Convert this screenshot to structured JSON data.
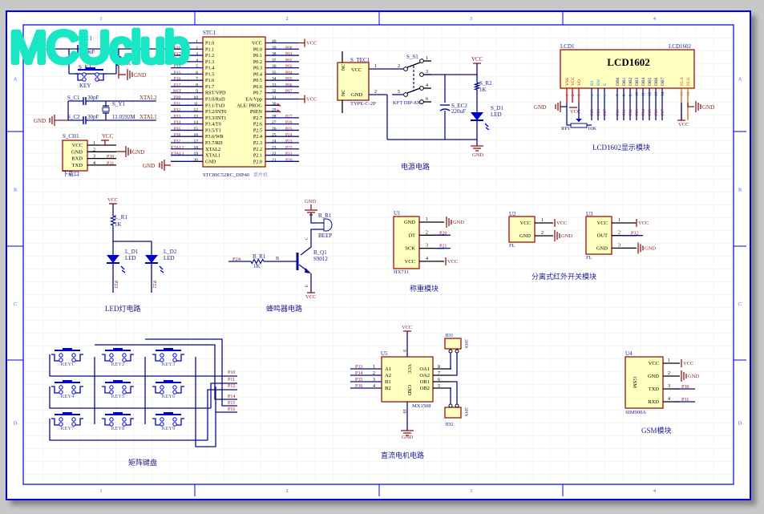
{
  "watermark": "MCUclub",
  "frame": {
    "columns": [
      "1",
      "2",
      "3",
      "4"
    ],
    "rows": [
      "A",
      "B",
      "C",
      "D"
    ]
  },
  "colors": {
    "wire": "#0a0a8c",
    "pin": "#000000",
    "net_label": "#8b1a1a",
    "component_fill": "#ffffc0",
    "component_border": "#8b0000",
    "ref_text": "#1a1a8c",
    "frame": "#0000e0",
    "grid": "#e8e8e0",
    "watermark": "#19e6c4"
  },
  "reset_circuit": {
    "cap_ref": "S_EC1",
    "cap_value": "10uF",
    "res_ref": "S_R1",
    "res_value": "10K",
    "key_ref": "S_K1",
    "key_value": "KEY",
    "net_vcc": "VCC",
    "net_rst": "RST",
    "net_gnd": "GND"
  },
  "crystal_circuit": {
    "c1_ref": "S_C1",
    "c1_value": "30pF",
    "c2_ref": "S_C2",
    "c2_value": "30pF",
    "y_ref": "S_Y1",
    "y_value": "11.0592M",
    "net_xtal2": "XTAL2",
    "net_xtal1": "XTAL1",
    "net_gnd": "GND"
  },
  "download_port": {
    "ref": "S_CH1",
    "name": "下载口",
    "net_vcc": "VCC",
    "net_gnd": "GND",
    "pins": [
      {
        "num": "1",
        "label": "VCC",
        "net": ""
      },
      {
        "num": "2",
        "label": "GND",
        "net": ""
      },
      {
        "num": "3",
        "label": "RXD",
        "net": "P30"
      },
      {
        "num": "4",
        "label": "TXD",
        "net": "P31"
      }
    ]
  },
  "mcu": {
    "ref": "STC1",
    "part": "STC89C52RC_DIP40",
    "desc": "单片机",
    "left_pins": [
      {
        "num": "1",
        "label": "P1.0",
        "net": "P10"
      },
      {
        "num": "2",
        "label": "P1.1",
        "net": "P11"
      },
      {
        "num": "3",
        "label": "P1.2",
        "net": "P12"
      },
      {
        "num": "4",
        "label": "P1.3",
        "net": "P13"
      },
      {
        "num": "5",
        "label": "P1.4",
        "net": "P14"
      },
      {
        "num": "6",
        "label": "P1.5",
        "net": "P15"
      },
      {
        "num": "7",
        "label": "P1.6",
        "net": "P16"
      },
      {
        "num": "8",
        "label": "P1.7",
        "net": "P17"
      },
      {
        "num": "9",
        "label": "RST/VPD",
        "net": "RST"
      },
      {
        "num": "10",
        "label": "P3.0/RxD",
        "net": "P30"
      },
      {
        "num": "11",
        "label": "P3.1/TxD",
        "net": "P31"
      },
      {
        "num": "12",
        "label": "P3.2/INT0",
        "net": "P32"
      },
      {
        "num": "13",
        "label": "P3.3/INT1",
        "net": "P33"
      },
      {
        "num": "14",
        "label": "P3.4/T0",
        "net": "P34"
      },
      {
        "num": "15",
        "label": "P3.5/T1",
        "net": "P35"
      },
      {
        "num": "16",
        "label": "P3.6/WR",
        "net": "P36"
      },
      {
        "num": "17",
        "label": "P3.7/RD",
        "net": "P37"
      },
      {
        "num": "18",
        "label": "XTAL2",
        "net": "XTAL2"
      },
      {
        "num": "19",
        "label": "XTAL1",
        "net": "XTAL1"
      },
      {
        "num": "20",
        "label": "GND",
        "net": "GND"
      }
    ],
    "right_pins": [
      {
        "num": "40",
        "label": "VCC",
        "net": "VCC"
      },
      {
        "num": "39",
        "label": "P0.0",
        "net": "P00"
      },
      {
        "num": "38",
        "label": "P0.1",
        "net": "P01"
      },
      {
        "num": "37",
        "label": "P0.2",
        "net": "P02"
      },
      {
        "num": "36",
        "label": "P0.3",
        "net": "P03"
      },
      {
        "num": "35",
        "label": "P0.4",
        "net": "P04"
      },
      {
        "num": "34",
        "label": "P0.5",
        "net": "P05"
      },
      {
        "num": "33",
        "label": "P0.6",
        "net": "P06"
      },
      {
        "num": "32",
        "label": "P0.7",
        "net": "P07"
      },
      {
        "num": "31",
        "label": "EA/Vpp",
        "net": "VCC"
      },
      {
        "num": "30",
        "label": "ALE/ PROG",
        "net": ""
      },
      {
        "num": "29",
        "label": "PSEN",
        "net": ""
      },
      {
        "num": "28",
        "label": "P2.7",
        "net": "P27"
      },
      {
        "num": "27",
        "label": "P2.6",
        "net": "P26"
      },
      {
        "num": "26",
        "label": "P2.5",
        "net": "P25"
      },
      {
        "num": "25",
        "label": "P2.4",
        "net": "P24"
      },
      {
        "num": "24",
        "label": "P2.3",
        "net": "P23"
      },
      {
        "num": "23",
        "label": "P2.2",
        "net": "P22"
      },
      {
        "num": "22",
        "label": "P2.1",
        "net": "P21"
      },
      {
        "num": "21",
        "label": "P2.0",
        "net": "P20"
      }
    ]
  },
  "power_circuit": {
    "title": "电源电路",
    "usb_ref": "S_TEC1",
    "usb_part": "TYPE-C-2P",
    "usb_pins": [
      {
        "num": "1",
        "label": "VCC"
      },
      {
        "num": "2",
        "label": "GND"
      }
    ],
    "usb_nc": [
      "NC",
      "NC"
    ],
    "switch_ref": "S_S1",
    "switch_part": "KFT DIP-8X8",
    "switch_pins": [
      "1",
      "2",
      "3",
      "4",
      "5",
      "6"
    ],
    "cap_ref": "S_EC2",
    "cap_value": "220uF",
    "res_ref": "S_R2",
    "res_value": "1K",
    "led_ref": "S_D1",
    "led_value": "LED",
    "net_vcc": "VCC",
    "net_gnd": "GND"
  },
  "lcd_module": {
    "title": "LCD1602显示模块",
    "ref": "LCD1",
    "part": "LCD1602",
    "name": "LCD1602",
    "pins": [
      {
        "num": "1",
        "label": "VSS",
        "net": ""
      },
      {
        "num": "2",
        "label": "VCC",
        "net": ""
      },
      {
        "num": "3",
        "label": "VO",
        "net": ""
      },
      {
        "num": "4",
        "label": "RS",
        "net": "P25"
      },
      {
        "num": "5",
        "label": "RW",
        "net": "P26"
      },
      {
        "num": "6",
        "label": "E",
        "net": "P27"
      },
      {
        "num": "7",
        "label": "DB0",
        "net": "P00"
      },
      {
        "num": "8",
        "label": "DB1",
        "net": "P01"
      },
      {
        "num": "9",
        "label": "DB2",
        "net": "P02"
      },
      {
        "num": "10",
        "label": "DB3",
        "net": "P03"
      },
      {
        "num": "11",
        "label": "DB4",
        "net": "P04"
      },
      {
        "num": "12",
        "label": "DB5",
        "net": "P05"
      },
      {
        "num": "13",
        "label": "DB6",
        "net": "P06"
      },
      {
        "num": "14",
        "label": "DB7",
        "net": "P07"
      },
      {
        "num": "15",
        "label": "BLA",
        "net": ""
      },
      {
        "num": "16",
        "label": "BLK",
        "net": ""
      }
    ],
    "pot_ref": "RP1",
    "pot_value": "10K",
    "net_vcc": "VCC",
    "net_gnd": "GND"
  },
  "led_circuit": {
    "title": "LED灯电路",
    "res_ref": "L_R1",
    "res_value": "1K",
    "led1_ref": "L_D1",
    "led1_value": "LED",
    "led1_net": "P23",
    "led2_ref": "L_D2",
    "led2_value": "LED",
    "led2_net": "P22",
    "net_vcc": "VCC"
  },
  "buzzer_circuit": {
    "title": "蜂鸣器电路",
    "buzzer_ref": "B_B1",
    "buzzer_value": "BEEP",
    "res_ref": "B_R1",
    "res_value": "1K",
    "q_ref": "B_Q1",
    "q_value": "S9012",
    "net_in": "P24",
    "net_gnd": "GND",
    "net_vcc": "VCC",
    "pin_b": "B",
    "pin_c": "C",
    "pin_e": "E"
  },
  "weigh_module": {
    "title": "称重模块",
    "ref": "U1",
    "part": "HX711",
    "pins": [
      {
        "num": "1",
        "label": "GND",
        "net": "GND"
      },
      {
        "num": "2",
        "label": "DT",
        "net": "P20"
      },
      {
        "num": "3",
        "label": "SCK",
        "net": "P21"
      },
      {
        "num": "4",
        "label": "VCC",
        "net": "VCC"
      }
    ]
  },
  "ir_module": {
    "title": "分离式红外开关模块",
    "u2": {
      "ref": "U2",
      "part": "FL",
      "pins": [
        {
          "num": "1",
          "label": "VCC",
          "net": "VCC"
        },
        {
          "num": "2",
          "label": "GND",
          "net": "GND"
        }
      ]
    },
    "u3": {
      "ref": "U3",
      "part": "FL",
      "pins": [
        {
          "num": "1",
          "label": "VCC",
          "net": "VCC"
        },
        {
          "num": "2",
          "label": "OUT",
          "net": "P32"
        },
        {
          "num": "3",
          "label": "GND",
          "net": "GND"
        }
      ]
    }
  },
  "keypad": {
    "title": "矩阵键盘",
    "keys": [
      "KEY1",
      "KEY2",
      "KEY3",
      "KEY4",
      "KEY5",
      "KEY6",
      "KEY7",
      "KEY8",
      "KEY9"
    ],
    "nets": [
      "P10",
      "P11",
      "P12",
      "P14",
      "P15",
      "P16"
    ]
  },
  "motor_circuit": {
    "title": "直流电机电路",
    "ref": "U5",
    "part": "MX1508",
    "left_pins": [
      {
        "num": "1",
        "label": "A1",
        "net": "P33"
      },
      {
        "num": "2",
        "label": "A2",
        "net": "P34"
      },
      {
        "num": "3",
        "label": "B1",
        "net": "P35"
      },
      {
        "num": "4",
        "label": "B2",
        "net": "P36"
      }
    ],
    "right_pins": [
      {
        "num": "8",
        "label": "OA1"
      },
      {
        "num": "7",
        "label": "OA2"
      },
      {
        "num": "6",
        "label": "OB1"
      },
      {
        "num": "5",
        "label": "OB2"
      }
    ],
    "vcc_pin": {
      "num": "9",
      "label": "VCC"
    },
    "gnd_pin": {
      "num": "10",
      "label": "GND"
    },
    "jd1_ref": "JD1",
    "jd1_part": "2PIN",
    "jd2_ref": "JD2",
    "jd2_part": "2PIN",
    "net_vcc": "VCC",
    "net_gnd": "GND"
  },
  "gsm_module": {
    "title": "GSM模块",
    "ref": "U4",
    "part": "SIM900A",
    "name": "GSM",
    "pins": [
      {
        "num": "1",
        "label": "VCC",
        "net": "VCC"
      },
      {
        "num": "2",
        "label": "GND",
        "net": "GND"
      },
      {
        "num": "3",
        "label": "TXD",
        "net": "P30"
      },
      {
        "num": "4",
        "label": "RXD",
        "net": "P31"
      }
    ]
  }
}
